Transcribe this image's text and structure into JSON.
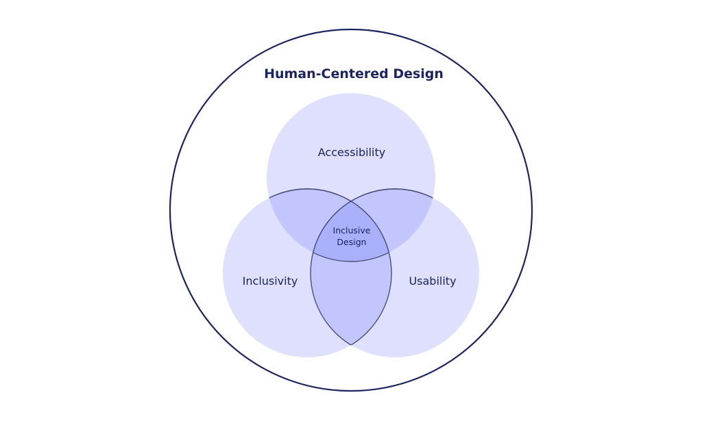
{
  "diagram": {
    "title": "Human-Centered Design",
    "sets": [
      {
        "label": "Accessibility"
      },
      {
        "label": "Inclusivity"
      },
      {
        "label": "Usability"
      }
    ],
    "intersection": {
      "line1": "Inclusive",
      "line2": "Design"
    },
    "colors": {
      "outline": "#1b2360",
      "circle_fill": "#dfe0fd",
      "pair_overlap_fill": "#c2c6fc",
      "triple_overlap_fill": "#aab0f9",
      "overlap_stroke": "#4a4f7a"
    }
  }
}
